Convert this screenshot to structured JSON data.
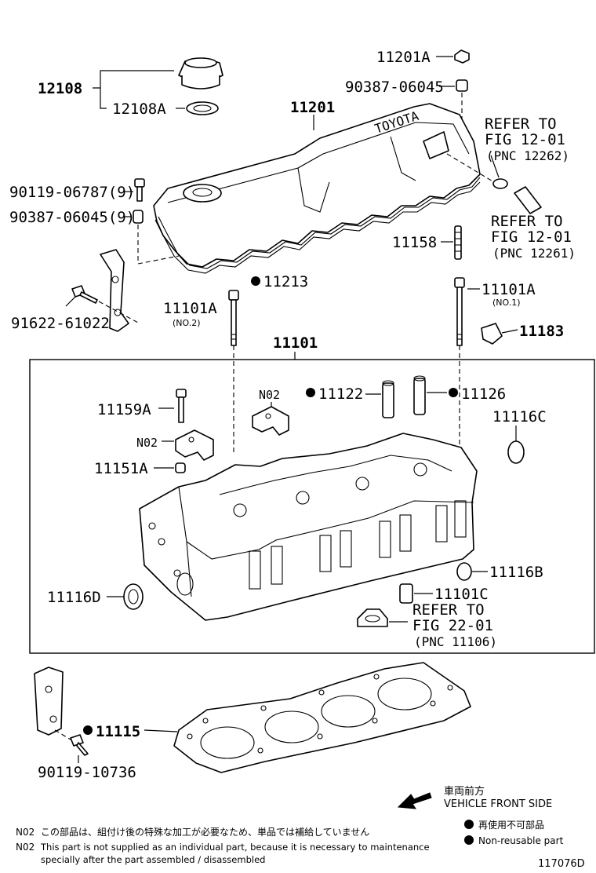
{
  "parts": {
    "p12108": "12108",
    "p12108A": "12108A",
    "p11201": "11201",
    "p11201A": "11201A",
    "p90387_06045_top": "90387-06045",
    "p90119_06787": "90119-06787(9)",
    "p90387_06045_9": "90387-06045(9)",
    "p91622_61022": "91622-61022",
    "p11213": "11213",
    "p11158": "11158",
    "p11101A_no2": "11101A",
    "p11101A_no1": "11101A",
    "p11183": "11183",
    "p11101": "11101",
    "p11159A": "11159A",
    "p11151A": "11151A",
    "p11122": "11122",
    "p11126": "11126",
    "p11116C": "11116C",
    "p11116B": "11116B",
    "p11116D": "11116D",
    "p11101C": "11101C",
    "p11115": "11115",
    "p90119_10736": "90119-10736"
  },
  "sublabels": {
    "no1": "(NO.1)",
    "no2": "(NO.2)",
    "n02_a": "N02",
    "n02_b": "N02"
  },
  "refs": {
    "ref1_line1": "REFER TO",
    "ref1_line2": "FIG 12-01",
    "ref1_line3": "(PNC 12262)",
    "ref2_line1": "REFER TO",
    "ref2_line2": "FIG 12-01",
    "ref2_line3": "(PNC 12261)",
    "ref3_line1": "REFER TO",
    "ref3_line2": "FIG 22-01",
    "ref3_line3": "(PNC 11106)"
  },
  "direction": {
    "jp": "車両前方",
    "en": "VEHICLE FRONT SIDE"
  },
  "legend": {
    "jp": "再使用不可部品",
    "en": "Non-reusable part"
  },
  "notes": {
    "n02_jp_code": "N02",
    "n02_jp_text": "この部品は、組付け後の特殊な加工が必要なため、単品では補給していません",
    "n02_en_code": "N02",
    "n02_en_text_1": "This part is not supplied as an individual part, because it is necessary to maintenance",
    "n02_en_text_2": "specially after the part assembled / disassembled"
  },
  "diagram_id": "117076D",
  "cover_text": "TOYOTA"
}
